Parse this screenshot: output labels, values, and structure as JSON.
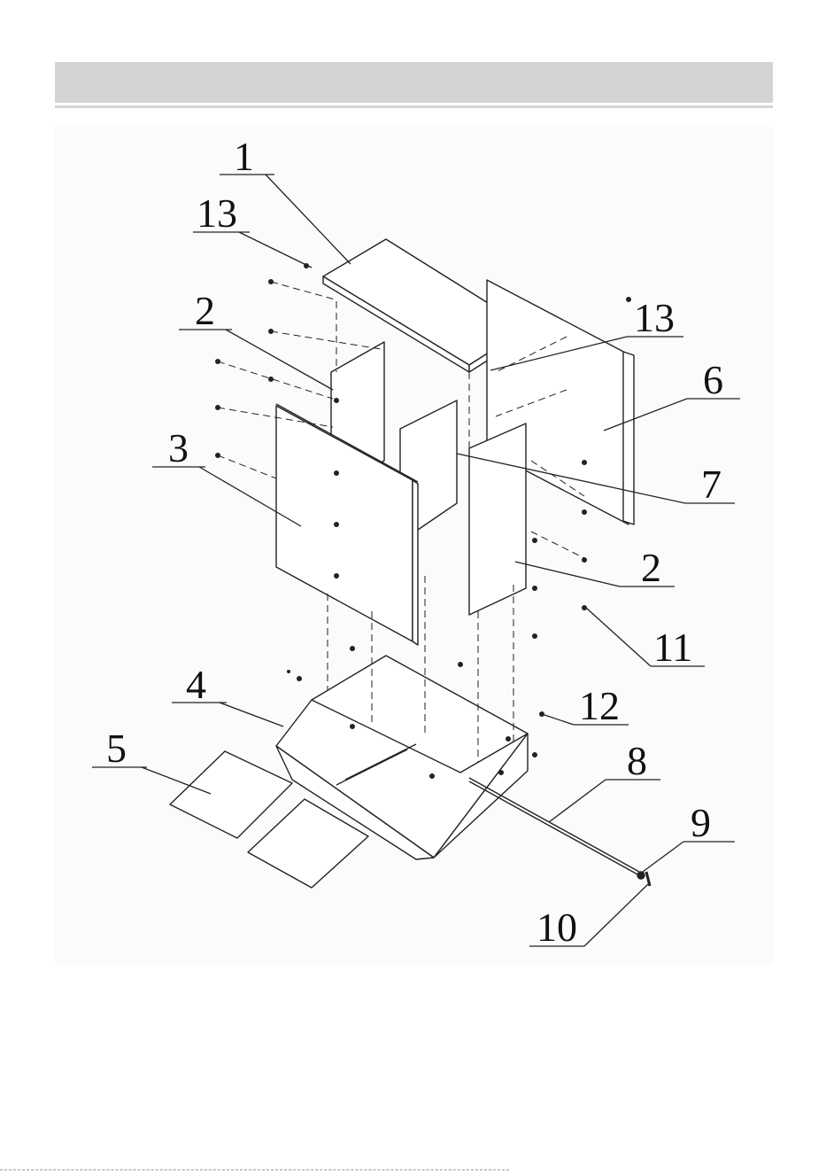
{
  "header": {
    "title": ""
  },
  "diagram": {
    "callouts": [
      {
        "id": "c1",
        "label": "1"
      },
      {
        "id": "c13a",
        "label": "13"
      },
      {
        "id": "c2a",
        "label": "2"
      },
      {
        "id": "c3",
        "label": "3"
      },
      {
        "id": "c4",
        "label": "4"
      },
      {
        "id": "c5",
        "label": "5"
      },
      {
        "id": "c13b",
        "label": "13"
      },
      {
        "id": "c6",
        "label": "6"
      },
      {
        "id": "c7",
        "label": "7"
      },
      {
        "id": "c2b",
        "label": "2"
      },
      {
        "id": "c11",
        "label": "11"
      },
      {
        "id": "c12",
        "label": "12"
      },
      {
        "id": "c8",
        "label": "8"
      },
      {
        "id": "c9",
        "label": "9"
      },
      {
        "id": "c10",
        "label": "10"
      }
    ]
  }
}
